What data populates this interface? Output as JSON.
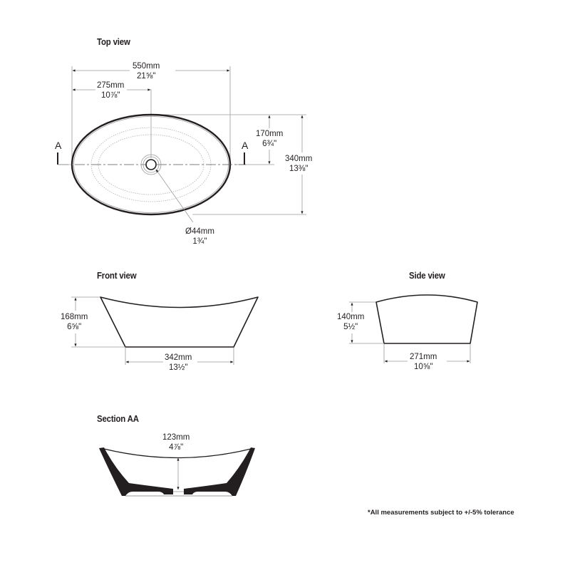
{
  "views": {
    "top": {
      "title": "Top view",
      "overall_length": {
        "mm": "550mm",
        "inch": "21⅝\""
      },
      "half_length": {
        "mm": "275mm",
        "inch": "10⅞\""
      },
      "half_width": {
        "mm": "170mm",
        "inch": "6¾\""
      },
      "overall_width": {
        "mm": "340mm",
        "inch": "13⅜\""
      },
      "waste_diameter": {
        "mm": "Ø44mm",
        "inch": "1¾\""
      },
      "section_marker_left": "A",
      "section_marker_right": "A"
    },
    "front": {
      "title": "Front view",
      "height": {
        "mm": "168mm",
        "inch": "6⅝\""
      },
      "base_length": {
        "mm": "342mm",
        "inch": "13½\""
      }
    },
    "side": {
      "title": "Side view",
      "height": {
        "mm": "140mm",
        "inch": "5½\""
      },
      "base_width": {
        "mm": "271mm",
        "inch": "10⅝\""
      }
    },
    "section": {
      "title": "Section AA",
      "internal_depth": {
        "mm": "123mm",
        "inch": "4⅞\""
      }
    }
  },
  "footnote": "*All measurements subject to +/-5% tolerance",
  "colors": {
    "line": "#231f20",
    "dim_line": "#8a8a8a",
    "background": "#ffffff"
  }
}
